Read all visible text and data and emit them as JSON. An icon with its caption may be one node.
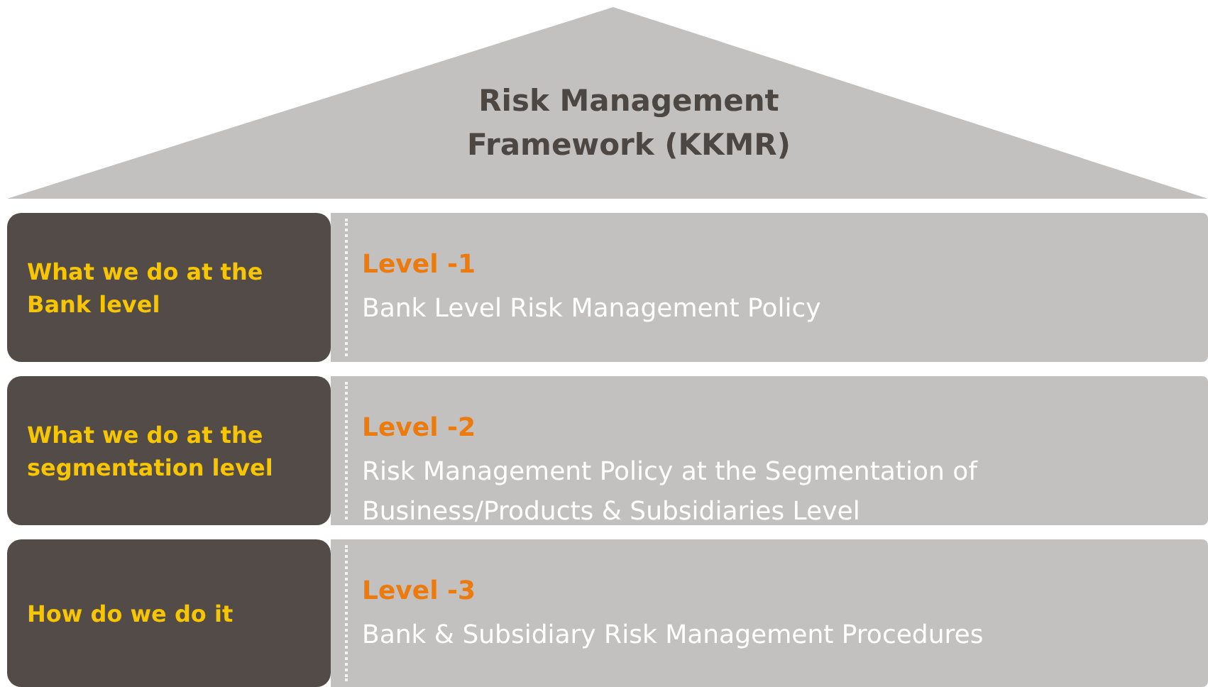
{
  "diagram": {
    "nodes": [
      {
        "text": [
          "Risk Management Framework (KKMR)"
        ]
      },
      {
        "text": [
          "What we do at the Bank level"
        ]
      },
      {
        "text": [
          "Level -1",
          "Bank Level Risk Management Policy"
        ]
      },
      {
        "text": [
          "What we do at the segmentation level"
        ]
      },
      {
        "text": [
          "Level -2",
          "Risk Management Policy at the Segmentation of Business/Products & Subsidiaries Level"
        ]
      },
      {
        "text": [
          "How do we do it"
        ]
      },
      {
        "text": [
          "Level -3",
          "Bank & Subsidiary Risk Management Procedures"
        ]
      }
    ]
  }
}
